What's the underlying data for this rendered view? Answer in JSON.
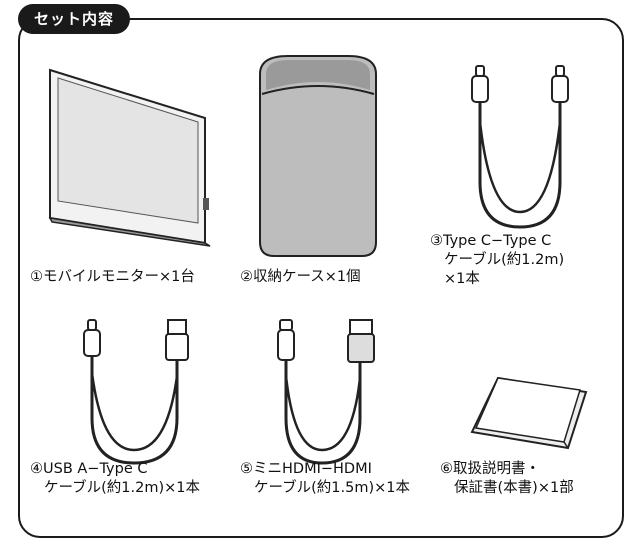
{
  "header": {
    "title": "セット内容"
  },
  "items": [
    {
      "lines": [
        "①モバイルモニター×1台"
      ],
      "icon": "monitor-icon"
    },
    {
      "lines": [
        "②収納ケース×1個"
      ],
      "icon": "storage-case-icon"
    },
    {
      "lines": [
        "③Type C−Type C",
        "ケーブル(約1.2m)",
        "×1本"
      ],
      "icon": "type-c-cable-icon"
    },
    {
      "lines": [
        "④USB A−Type C",
        "ケーブル(約1.2m)×1本"
      ],
      "icon": "usb-a-type-c-cable-icon"
    },
    {
      "lines": [
        "⑤ミニHDMI−HDMI",
        "ケーブル(約1.5m)×1本"
      ],
      "icon": "mini-hdmi-hdmi-cable-icon"
    },
    {
      "lines": [
        "⑥取扱説明書・",
        "保証書(本書)×1部"
      ],
      "icon": "manual-icon"
    }
  ]
}
